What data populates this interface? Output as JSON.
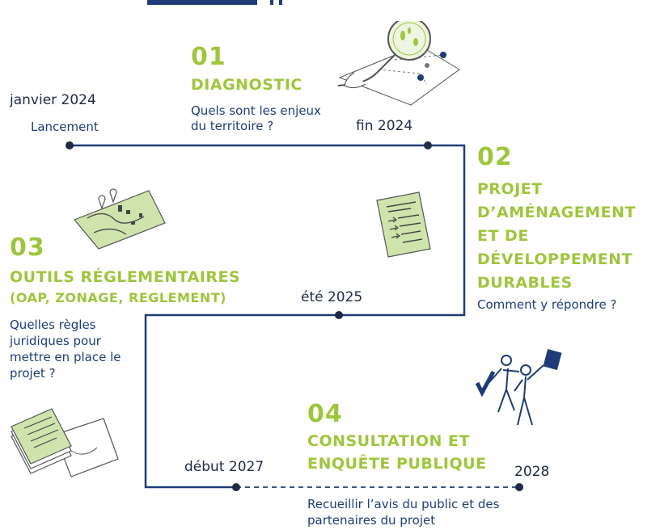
{
  "steps": [
    {
      "number": "01",
      "title": "DIAGNOSTIC",
      "question": "Quels sont les enjeux du territoire ?"
    },
    {
      "number": "02",
      "title": "PROJET D’AMÉNAGEMENT ET DE DÉVELOPPEMENT DURABLES",
      "question": "Comment y répondre ?"
    },
    {
      "number": "03",
      "title": "OUTILS RÉGLEMENTAIRES",
      "subtitle": "(OAP, ZONAGE, REGLEMENT)",
      "question": "Quelles règles juridiques pour mettre en place le projet ?"
    },
    {
      "number": "04",
      "title": "CONSULTATION ET ENQUÊTE PUBLIQUE",
      "question": "Recueillir l’avis du public et des partenaires du projet"
    }
  ],
  "milestones": [
    {
      "date": "janvier 2024",
      "label": "Lancement"
    },
    {
      "date": "fin 2024"
    },
    {
      "date": "été 2025"
    },
    {
      "date": "début 2027"
    },
    {
      "date": "2028"
    }
  ],
  "colors": {
    "accent": "#9ec63c",
    "line": "#1f3c78",
    "text": "#1c2f52"
  },
  "icons": [
    "magnifier-map-icon",
    "map-pins-icon",
    "document-list-icon",
    "documents-stack-icon",
    "people-celebrating-icon"
  ]
}
